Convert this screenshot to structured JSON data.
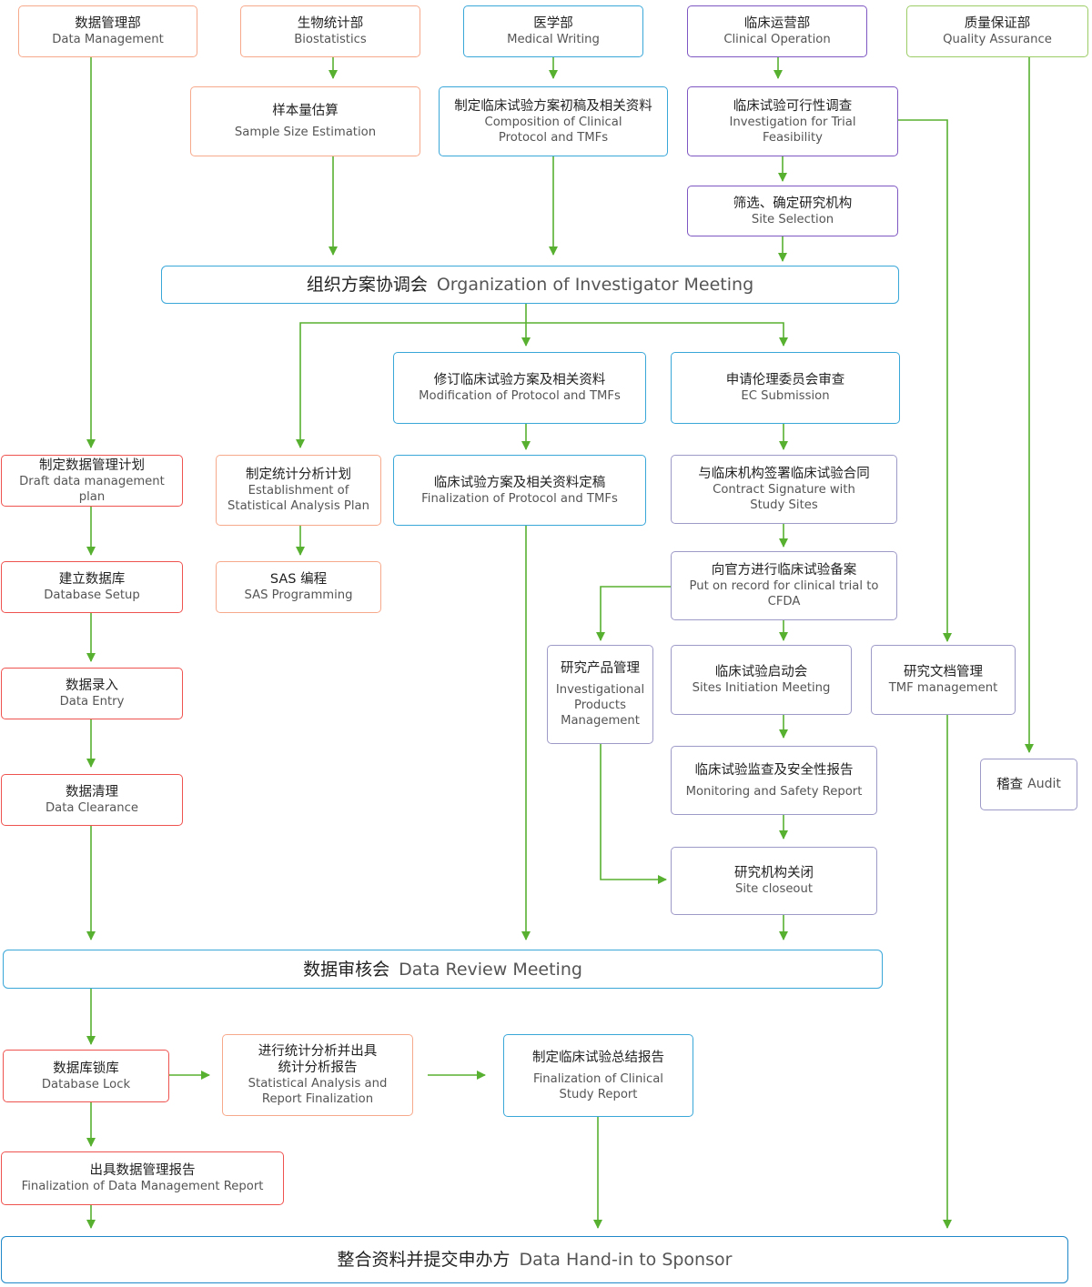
{
  "colors": {
    "data_management": "#ef5350",
    "biostatistics": "#f7a98b",
    "medical_writing": "#3aa7d9",
    "clinical_operation": "#7e57c2",
    "quality_assurance": "#9ccc65",
    "arrow": "#58b031",
    "ec_submission_border": "#3aa7d9",
    "site_nodes_border": "#9e9ac8",
    "audit_border": "#9e9ac8"
  },
  "departments": {
    "data_management": {
      "zh": "数据管理部",
      "en": "Data Management"
    },
    "biostatistics": {
      "zh": "生物统计部",
      "en": "Biostatistics"
    },
    "medical_writing": {
      "zh": "医学部",
      "en": "Medical Writing"
    },
    "clinical_operation": {
      "zh": "临床运营部",
      "en": "Clinical Operation"
    },
    "quality_assurance": {
      "zh": "质量保证部",
      "en": "Quality Assurance"
    }
  },
  "steps": {
    "sample_size": {
      "zh": "样本量估算",
      "en": "Sample Size Estimation"
    },
    "protocol_draft": {
      "zh": "制定临床试验方案初稿及相关资料",
      "en": "Composition of Clinical\nProtocol and TMFs"
    },
    "feasibility": {
      "zh": "临床试验可行性调查",
      "en": "Investigation for Trial\nFeasibility"
    },
    "site_selection": {
      "zh": "筛选、确定研究机构",
      "en": "Site Selection"
    },
    "investigator_meeting": {
      "zh": "组织方案协调会",
      "en": "Organization of Investigator Meeting"
    },
    "protocol_modification": {
      "zh": "修订临床试验方案及相关资料",
      "en": "Modification of Protocol and TMFs"
    },
    "ec_submission": {
      "zh": "申请伦理委员会审查",
      "en": "EC Submission"
    },
    "dm_plan": {
      "zh": "制定数据管理计划",
      "en": "Draft data management plan"
    },
    "sap": {
      "zh": "制定统计分析计划",
      "en": "Establishment of\nStatistical Analysis Plan"
    },
    "protocol_final": {
      "zh": "临床试验方案及相关资料定稿",
      "en": "Finalization of Protocol and TMFs"
    },
    "contract": {
      "zh": "与临床机构签署临床试验合同",
      "en": "Contract Signature with\nStudy Sites"
    },
    "db_setup": {
      "zh": "建立数据库",
      "en": "Database Setup"
    },
    "sas": {
      "zh": "SAS 编程",
      "en": "SAS Programming"
    },
    "cfda": {
      "zh": "向官方进行临床试验备案",
      "en": "Put on record for clinical trial to\nCFDA"
    },
    "data_entry": {
      "zh": "数据录入",
      "en": "Data Entry"
    },
    "ip_management": {
      "zh": "研究产品管理",
      "en": "Investigational\nProducts\nManagement"
    },
    "initiation": {
      "zh": "临床试验启动会",
      "en": "Sites Initiation Meeting"
    },
    "tmf": {
      "zh": "研究文档管理",
      "en": "TMF management"
    },
    "data_clearance": {
      "zh": "数据清理",
      "en": "Data Clearance"
    },
    "monitoring": {
      "zh": "临床试验监查及安全性报告",
      "en": "Monitoring and Safety Report"
    },
    "audit": {
      "zh": "稽查",
      "en": "Audit"
    },
    "closeout": {
      "zh": "研究机构关闭",
      "en": "Site closeout"
    },
    "data_review": {
      "zh": "数据审核会",
      "en": "Data Review Meeting"
    },
    "db_lock": {
      "zh": "数据库锁库",
      "en": "Database Lock"
    },
    "stat_report": {
      "zh": "进行统计分析并出具\n统计分析报告",
      "en": "Statistical Analysis and\nReport Finalization"
    },
    "csr": {
      "zh": "制定临床试验总结报告",
      "en": "Finalization of Clinical\nStudy Report"
    },
    "dm_report": {
      "zh": "出具数据管理报告",
      "en": "Finalization of Data Management Report"
    },
    "handin": {
      "zh": "整合资料并提交申办方",
      "en": "Data Hand-in to Sponsor"
    }
  }
}
